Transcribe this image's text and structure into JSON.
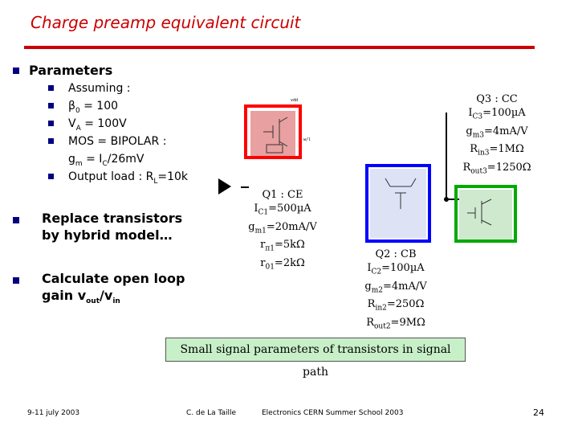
{
  "title": "Charge preamp equivalent circuit",
  "bullets": {
    "parameters": "Parameters",
    "sub": {
      "assuming": "Assuming :",
      "beta": "β",
      "beta_sub": "0",
      "beta_val": " = 100",
      "va": "V",
      "va_sub": "A",
      "va_val": " = 100V",
      "mos": "MOS = BIPOLAR :",
      "gm": "g",
      "gm_sub": "m",
      "gm_eq": " = I",
      "gm_eq_sub": "C",
      "gm_tail": "/26mV",
      "load": "Output load : R",
      "load_sub": "L",
      "load_val": "=10k"
    },
    "replace_line1": "Replace transistors",
    "replace_line2": "by hybrid model…",
    "calc_line1": "Calculate open loop",
    "calc_line2": "gain v",
    "calc_out_sub": "out",
    "calc_div": "/v",
    "calc_in_sub": "in"
  },
  "q1": {
    "line1": "Q1 : CE",
    "ic": "I",
    "ic_sub": "C1",
    "ic_val": "=500µA",
    "gm": "g",
    "gm_sub": "m1",
    "gm_val": "=20mA/V",
    "rpi": "r",
    "rpi_sub": "π1",
    "rpi_val": "=5kΩ",
    "r0": "r",
    "r0_sub": "01",
    "r0_val": "=2kΩ"
  },
  "q2": {
    "line1": "Q2 : CB",
    "ic": "I",
    "ic_sub": "C2",
    "ic_val": "=100µA",
    "gm": "g",
    "gm_sub": "m2",
    "gm_val": "=4mA/V",
    "rin": "R",
    "rin_sub": "in2",
    "rin_val": "=250Ω",
    "rout": "R",
    "rout_sub": "out2",
    "rout_val": "=9MΩ"
  },
  "q3": {
    "line1": "Q3 : CC",
    "ic": "I",
    "ic_sub": "C3",
    "ic_val": "=100µA",
    "gm": "g",
    "gm_sub": "m3",
    "gm_val": "=4mA/V",
    "rin": "R",
    "rin_sub": "in3",
    "rin_val": "=1MΩ",
    "rout": "R",
    "rout_sub": "out3",
    "rout_val": "=1250Ω"
  },
  "banner": "Small signal parameters of transistors in signal path",
  "footer": {
    "date": "9-11 july 2003",
    "author": "C. de La Taille",
    "event": "Electronics CERN Summer School 2003",
    "page": "24"
  },
  "colors": {
    "title": "#cc0000",
    "bullet": "#000080",
    "q1_box": "#ff0000",
    "q2_box": "#0000ff",
    "q3_box": "#00aa00",
    "banner_bg": "#c8f0c8",
    "schematic_fill": "#e8a0a0"
  },
  "icons": [
    "square-bullet-icon",
    "input-triangle-icon",
    "transistor-symbol-icon"
  ]
}
